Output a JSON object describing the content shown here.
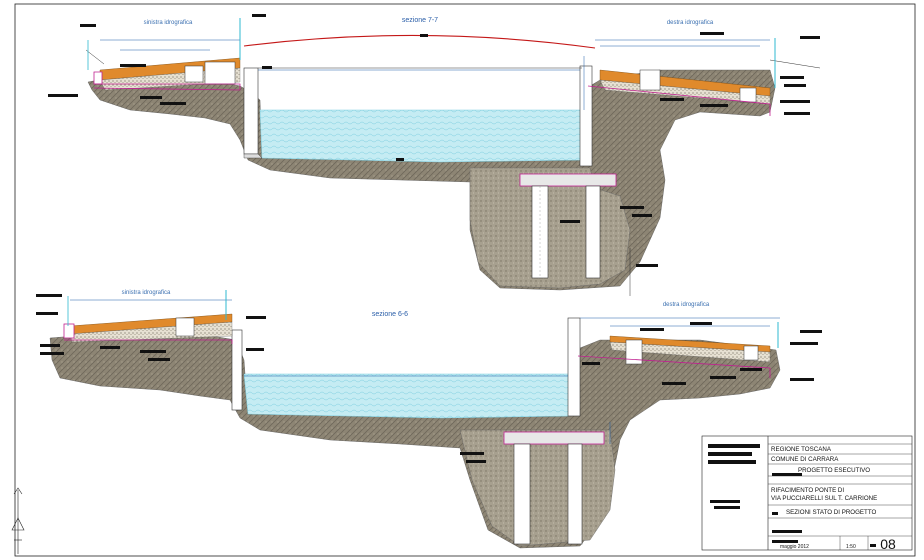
{
  "section_top": {
    "title": "sezione 7-7",
    "left_bank": "sinistra idrografica",
    "right_bank": "destra idrografica"
  },
  "section_bottom": {
    "title": "sezione 6-6",
    "left_bank": "sinistra idrografica",
    "right_bank": "destra idrografica"
  },
  "title_block": {
    "region": "REGIONE TOSCANA",
    "municipality": "COMUNE DI CARRARA",
    "project_phase": "PROGETTO ESECUTIVO",
    "project_title_1": "RIFACIMENTO PONTE DI",
    "project_title_2": "VIA PUCCIARELLI SUL T. CARRIONE",
    "drawing_title": "SEZIONI STATO DI PROGETTO",
    "date": "maggio 2012",
    "scale": "1:50",
    "sheet_number": "08"
  },
  "colors": {
    "water": "#bfe8f0",
    "rock": "#8f8676",
    "soil": "#a39c8a",
    "asphalt": "#e08a2c",
    "wall": "#ffffff",
    "magenta_line": "#c02090",
    "red_arch": "#c41818",
    "dim_blue": "#1e5fa8",
    "cyan": "#2fb9d0"
  }
}
